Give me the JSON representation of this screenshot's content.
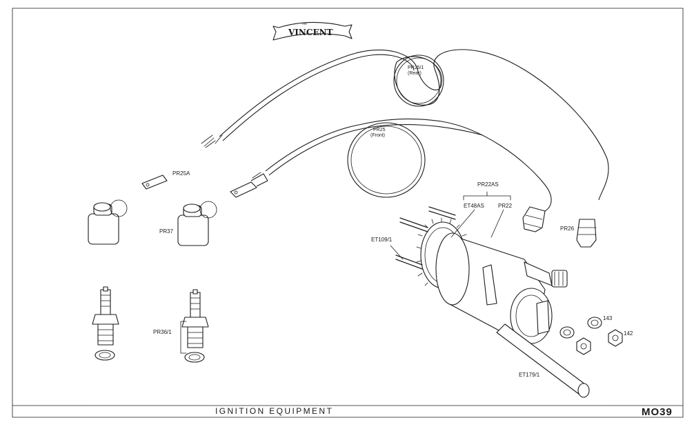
{
  "logo": {
    "brand": "VINCENT",
    "prefix": "THE"
  },
  "labels": {
    "rear_lead": "PR25/1",
    "rear_lead_note": "(Rear)",
    "front_lead": "PR25",
    "front_lead_note": "(Front)",
    "terminal": "PR25A",
    "plug_cover": "PR37",
    "magneto_assembly": "PR22AS",
    "gear": "ET48AS",
    "magneto": "PR22",
    "studs": "ET109/1",
    "lead_cap": "PR26",
    "washer": "143",
    "nut": "142",
    "spark_plug": "PR36/1",
    "spindle": "ET179/1"
  },
  "footer": {
    "title": "IGNITION   EQUIPMENT",
    "plate_code": "MO39"
  },
  "icons": {
    "spark_plug": "spark-plug-icon",
    "plug_cover": "plug-cover-icon",
    "magneto": "magneto-icon",
    "nut": "hex-nut-icon",
    "washer": "washer-icon"
  }
}
